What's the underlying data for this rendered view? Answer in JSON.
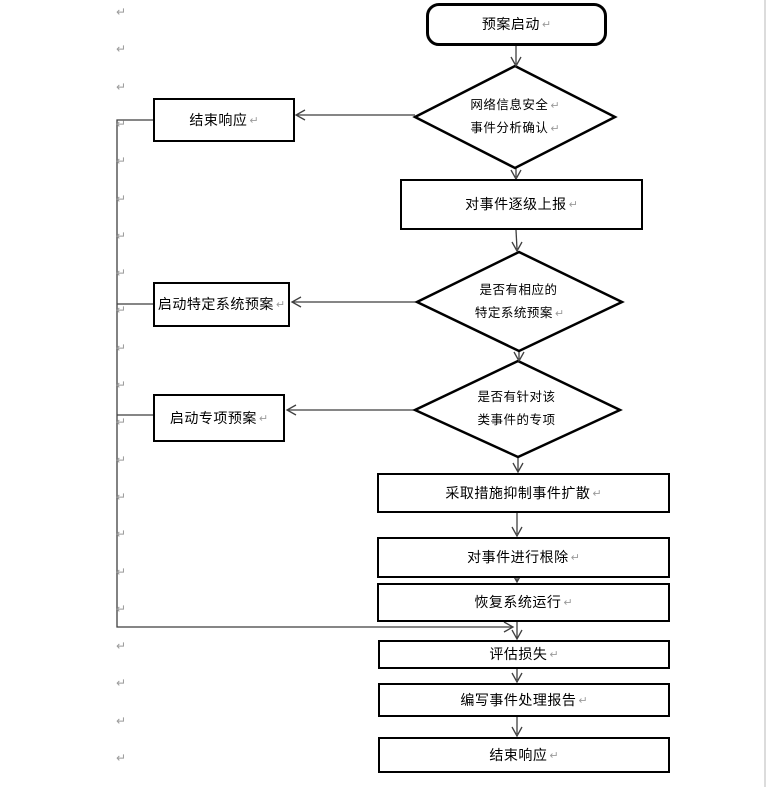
{
  "document": {
    "paragraph_mark": "↵",
    "margin_marks_count": 21
  },
  "colors": {
    "shape_border": "#000000",
    "connector": "#3f3f3f",
    "mark_color": "#9b9b9b",
    "page_edge": "#dcdcdc"
  },
  "flowchart": {
    "start": {
      "lines": [
        {
          "text": "预案启动",
          "mark": "↵"
        }
      ]
    },
    "decision_confirm": {
      "lines": [
        {
          "text": "网络信息安全",
          "mark": "↵"
        },
        {
          "text": "事件分析确认",
          "mark": "↵"
        }
      ]
    },
    "end_response_top": {
      "lines": [
        {
          "text": "结束响应",
          "mark": "↵"
        }
      ]
    },
    "report_up": {
      "lines": [
        {
          "text": "对事件逐级上报",
          "mark": "↵"
        }
      ]
    },
    "decision_specific": {
      "lines": [
        {
          "text": "是否有相应的",
          "mark": ""
        },
        {
          "text": "特定系统预案",
          "mark": "↵"
        }
      ]
    },
    "start_specific_plan": {
      "lines": [
        {
          "text": "启动特定系统预案",
          "mark": "↵"
        }
      ]
    },
    "decision_special": {
      "lines": [
        {
          "text": "是否有针对该",
          "mark": ""
        },
        {
          "text": "类事件的专项",
          "mark": ""
        }
      ]
    },
    "start_special_plan": {
      "lines": [
        {
          "text": "启动专项预案",
          "mark": "↵"
        }
      ]
    },
    "suppress": {
      "lines": [
        {
          "text": "采取措施抑制事件扩散",
          "mark": "↵"
        }
      ]
    },
    "eradicate": {
      "lines": [
        {
          "text": "对事件进行根除",
          "mark": "↵"
        }
      ]
    },
    "restore": {
      "lines": [
        {
          "text": "恢复系统运行",
          "mark": "↵"
        }
      ]
    },
    "assess": {
      "lines": [
        {
          "text": "评估损失",
          "mark": "↵"
        }
      ]
    },
    "write_report": {
      "lines": [
        {
          "text": "编写事件处理报告",
          "mark": "↵"
        }
      ]
    },
    "end_response_bottom": {
      "lines": [
        {
          "text": "结束响应",
          "mark": "↵"
        }
      ]
    }
  }
}
